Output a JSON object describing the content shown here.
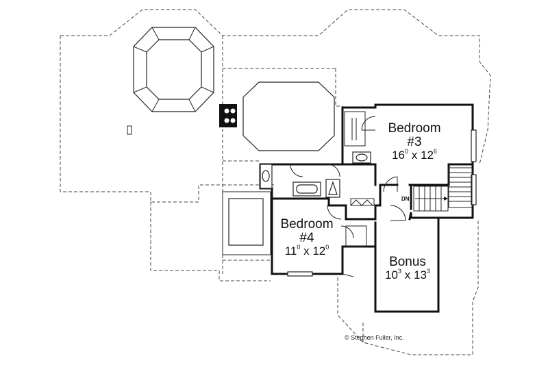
{
  "rooms": {
    "bedroom3": {
      "name": "Bedroom",
      "number": "#3",
      "w": "16",
      "wsup": "0",
      "x": "x",
      "d": "12",
      "dsup": "6"
    },
    "bedroom4": {
      "name": "Bedroom",
      "number": "#4",
      "w": "11",
      "wsup": "0",
      "x": "x",
      "d": "12",
      "dsup": "0"
    },
    "bonus": {
      "name": "Bonus",
      "w": "10",
      "wsup": "3",
      "x": "x",
      "d": "13",
      "dsup": "3"
    }
  },
  "stair_label": "DN",
  "copyright": "© Stephen Fuller, Inc."
}
